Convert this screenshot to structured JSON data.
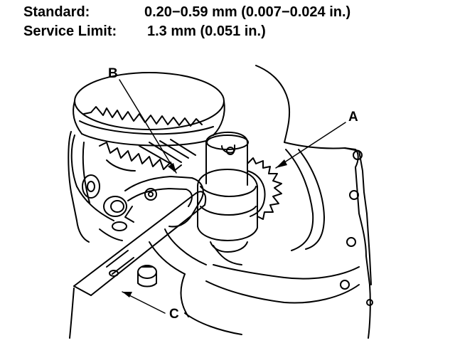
{
  "specs": {
    "standard": {
      "label": "Standard:",
      "value": "0.20−0.59 mm (0.007−0.024 in.)"
    },
    "service_limit": {
      "label": "Service Limit:",
      "value": "1.3 mm (0.051 in.)"
    }
  },
  "callouts": {
    "a": "A",
    "b": "B",
    "c": "C"
  },
  "colors": {
    "ink": "#000000",
    "paper": "#ffffff"
  }
}
